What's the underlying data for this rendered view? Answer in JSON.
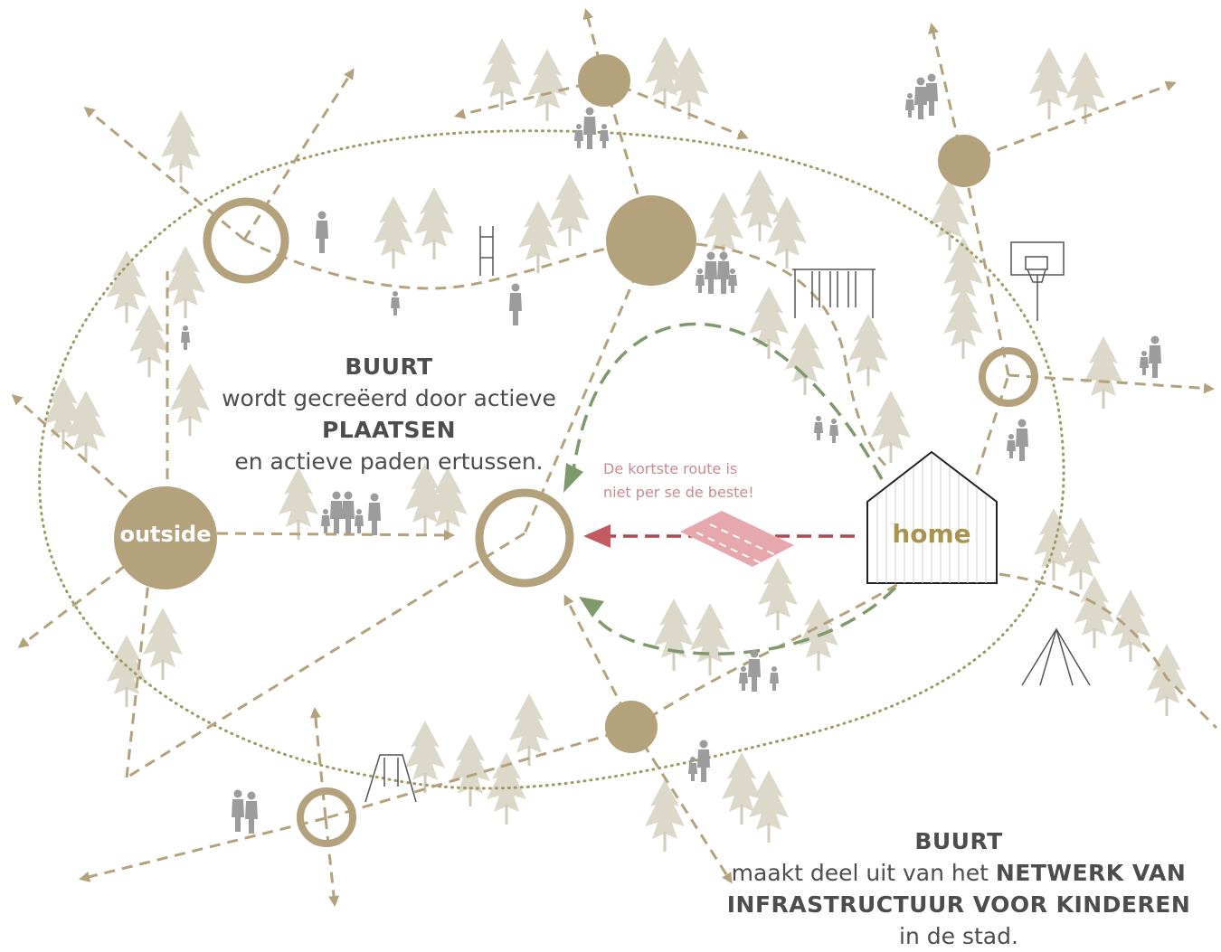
{
  "nodes": {
    "outside_label": "outside",
    "home_label": "home"
  },
  "text_block_1": {
    "line1": "BUURT",
    "line2": "wordt gecreëerd door actieve",
    "line3": "PLAATSEN",
    "line4": "en actieve paden ertussen."
  },
  "text_block_2": {
    "line1": "BUURT",
    "line2_pre": "maakt deel uit van het",
    "line2_bold": "NETWERK VAN",
    "line3": "INFRASTRUCTUUR VOOR KINDEREN",
    "line4": "in de stad."
  },
  "route_note": {
    "line1": "De kortste route is",
    "line2": "niet per se de beste!"
  },
  "colors": {
    "node": "#b3a27c",
    "path": "#b3a27c",
    "dotted_outline": "#9c9a5e",
    "green_route": "#7e9a6a",
    "red_route": "#b5454a",
    "road": "#e6a8ad",
    "tree": "#dcd7c8",
    "people": "#9c9c9c"
  }
}
